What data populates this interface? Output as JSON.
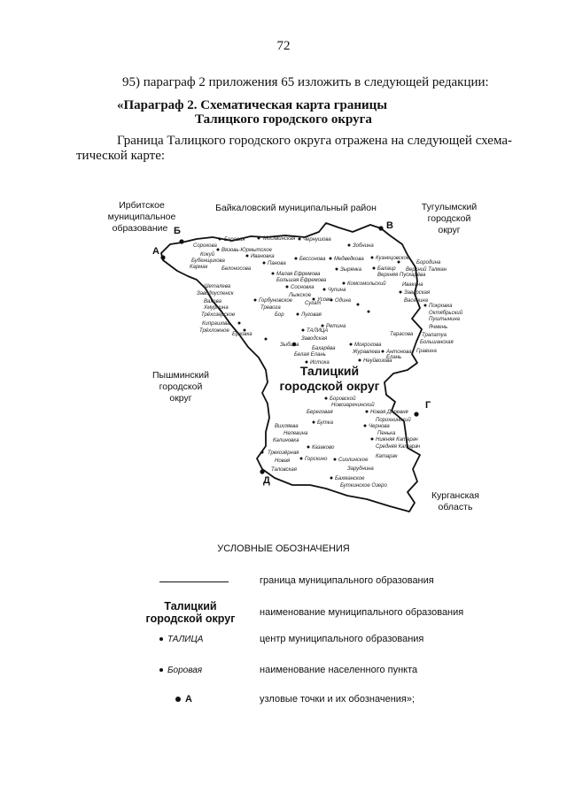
{
  "page_number": "72",
  "intro": "95) параграф 2 приложения 65 изложить в следующей редакции:",
  "heading_line1": "«Параграф 2. Схематическая карта границы",
  "heading_line2": "Талицкого городского округа",
  "body_line1": "Граница Талицкого городского округа отражена на следующей схема-",
  "body_line2": "тической карте:",
  "map": {
    "neighbors": {
      "irbit": [
        "Ирбитское",
        "муниципальное",
        "образование"
      ],
      "baikalovo": "Байкаловский муниципальный район",
      "tugulym": [
        "Тугулымский",
        "городской",
        "округ"
      ],
      "pyshma": [
        "Пышминский",
        "городской",
        "округ"
      ],
      "kurgan": [
        "Курганская",
        "область"
      ]
    },
    "center_name": [
      "Талицкий",
      "городской округ"
    ],
    "nodes": [
      "А",
      "Б",
      "В",
      "Г",
      "Д"
    ],
    "settlements": [
      "Боровая",
      "Москвинская",
      "Чернушова",
      "Зобнина",
      "Сорокова",
      "Вязовь-Юрмытское",
      "Кокуй",
      "Бубенщикова",
      "Кармак",
      "Ивановка",
      "Панова",
      "Бессонова",
      "Медведкова",
      "Кузнецовское",
      "Бородина",
      "Верхний Талман",
      "Белоносова",
      "Зырянка",
      "Балаир",
      "Верхняя Пускарёва",
      "Малая Ефремова",
      "Большая Ефремова",
      "Комсомольский",
      "Шеталева",
      "Заводоуспенск",
      "Сосновка",
      "Чупина",
      "Вахова",
      "Хмурнина",
      "Горбуновское",
      "Лыжское",
      "Трёхозерское",
      "Ивакина",
      "Заварская",
      "Васенина",
      "Усово",
      "Тревога",
      "Кипрашова",
      "Покровка",
      "Октябрьский",
      "Пуштынина",
      "Трёхложное",
      "Ячмень",
      "Луговая",
      "Сугат",
      "Одина",
      "Бор",
      "Ерзовка",
      "Ретина",
      "Трапатуа",
      "Большанская",
      "Гравина",
      "Зыбина",
      "Мокрогова",
      "ТАЛИЦА",
      "Заводская",
      "Белая Елань",
      "Журавлева",
      "Бахарёва",
      "Антонова",
      "Тарасова",
      "Елань",
      "Неуйвозова",
      "Истока",
      "Боровской",
      "Новозаречинский",
      "Новая Деревня",
      "Береговая",
      "Буткa",
      "Вихляева",
      "Нелевина",
      "Порохнинский",
      "Чернова",
      "Пенька",
      "Калиновка",
      "Казаково",
      "Нижняя Катарач",
      "Средняя Катарач",
      "Катарач",
      "Трехозёрная",
      "Новая",
      "Горскино",
      "Сиолинское",
      "Таловская",
      "Заруднина",
      "Бахманское",
      "Буткинское Озеро"
    ]
  },
  "legend": {
    "title": "УСЛОВНЫЕ ОБОЗНАЧЕНИЯ",
    "items": [
      {
        "symbol": "",
        "desc": "граница муниципального образования"
      },
      {
        "symbol": "Талицкий\nгородской округ",
        "desc": "наименование муниципального образования"
      },
      {
        "symbol": "ТАЛИЦА",
        "desc": "центр муниципального образования"
      },
      {
        "symbol": "Боровая",
        "desc": "наименование населенного пункта"
      },
      {
        "symbol": "А",
        "desc": "узловые точки и их обозначения»;"
      }
    ]
  }
}
